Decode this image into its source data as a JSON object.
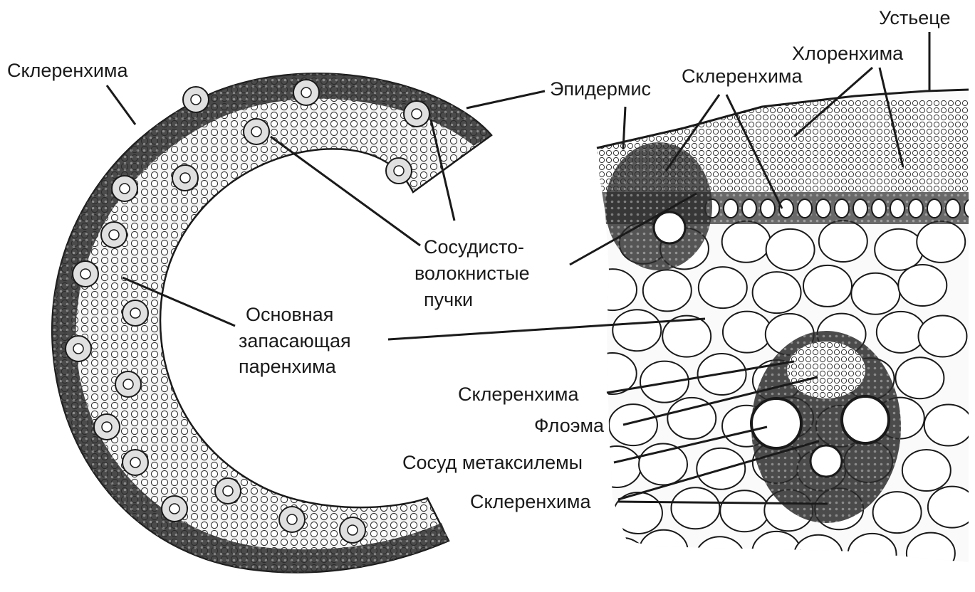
{
  "labels": {
    "sclerenchyma_left": "Склеренхима",
    "epidermis": "Эпидермис",
    "sclerenchyma_top": "Склеренхима",
    "chlorenchyma": "Хлоренхима",
    "stoma": "Устьеце",
    "vascular_bundles": [
      "Сосудисто-",
      "волокнистые",
      "пучки"
    ],
    "ground_parenchyma": [
      "Основная",
      "запасающая",
      "паренхима"
    ],
    "sclerenchyma_mid": "Склеренхима",
    "phloem": "Флоэма",
    "metaxylem_vessel": "Сосуд метаксилемы",
    "sclerenchyma_bottom": "Склеренхима"
  },
  "colors": {
    "ink": "#1a1a1a",
    "tissue_fill": "#f2f2f2",
    "dark_band": "#2b2b2b",
    "background": "#ffffff"
  }
}
